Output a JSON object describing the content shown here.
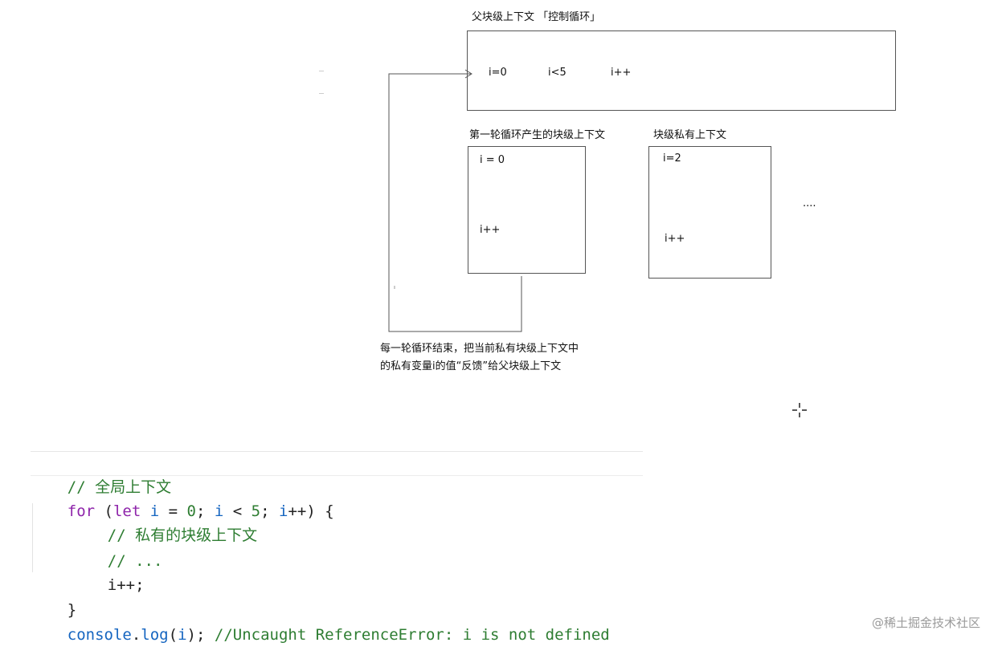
{
  "parent_block": {
    "title": "父块级上下文 「控制循环」",
    "items": [
      "i=0",
      "i<5",
      "i++"
    ]
  },
  "first_block": {
    "title": "第一轮循环产生的块级上下文",
    "var": "i = 0",
    "incr": "i++"
  },
  "private_block": {
    "title": "块级私有上下文",
    "var": "i=2",
    "incr": "i++"
  },
  "ellipsis": "....",
  "note": {
    "line1": "每一轮循环结束，把当前私有块级上下文中",
    "line2": "的私有变量i的值“反馈”给父块级上下文"
  },
  "code": {
    "line1_comment": "// 全局上下文",
    "line2": {
      "kw_for": "for",
      "p1": " (",
      "kw_let": "let",
      "sp1": " ",
      "v_i1": "i",
      "op1": " = ",
      "num0": "0",
      "semi1": "; ",
      "v_i2": "i",
      "op2": " < ",
      "num5": "5",
      "semi2": "; ",
      "v_i3": "i",
      "rest": "++) {"
    },
    "line3_comment": "// 私有的块级上下文",
    "line4_comment": "// ...",
    "line5": "i++;",
    "line6": "}",
    "line7": {
      "obj": "console",
      "dot": ".",
      "fn": "log",
      "open": "(",
      "arg": "i",
      "close": ");",
      "sp": " ",
      "comment": "//Uncaught ReferenceError: i is not defined"
    }
  },
  "watermark": "@稀土掘金技术社区"
}
